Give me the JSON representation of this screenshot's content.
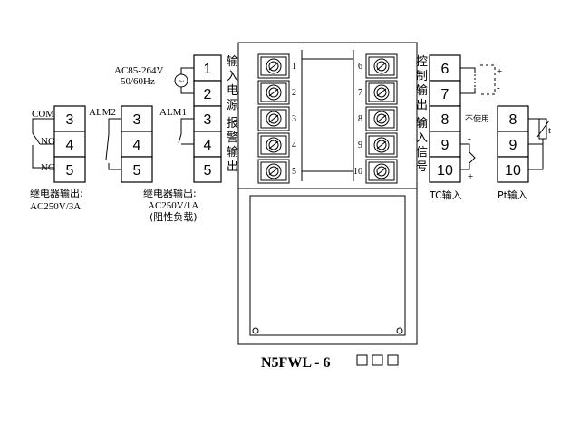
{
  "blocks": {
    "relay1": {
      "terminals": [
        "3",
        "4",
        "5"
      ],
      "contact_labels": [
        "COM",
        "NO",
        "NC"
      ],
      "caption": [
        "继电器输出:",
        "AC250V/3A"
      ]
    },
    "alarm": {
      "labels": [
        "ALM2",
        "ALM1"
      ],
      "terminals": [
        "3",
        "4",
        "5"
      ],
      "caption": [
        "继电器输出:",
        "AC250V/1A",
        "(阻性负载)"
      ]
    },
    "power": {
      "terminals": [
        "1",
        "2",
        "3",
        "4",
        "5"
      ],
      "spec": [
        "AC85-264V",
        "50/60Hz"
      ],
      "section_labels": [
        "输入电源",
        "报警输出"
      ],
      "tilde": "~"
    },
    "device": {
      "left_terminals": [
        "1",
        "2",
        "3",
        "4",
        "5"
      ],
      "right_terminals": [
        "6",
        "7",
        "8",
        "9",
        "10"
      ],
      "model": "N5FWL - 6"
    },
    "output": {
      "terminals": [
        "6",
        "7",
        "8",
        "9",
        "10"
      ],
      "section_labels": [
        "控制输出",
        "输入信号"
      ],
      "polarity": [
        "+",
        "-",
        "-",
        "+"
      ],
      "not_used": "不使用",
      "tc_caption": "TC输入"
    },
    "pt": {
      "terminals": [
        "8",
        "9",
        "10"
      ],
      "symbol": "t",
      "caption": "Pt输入"
    }
  }
}
